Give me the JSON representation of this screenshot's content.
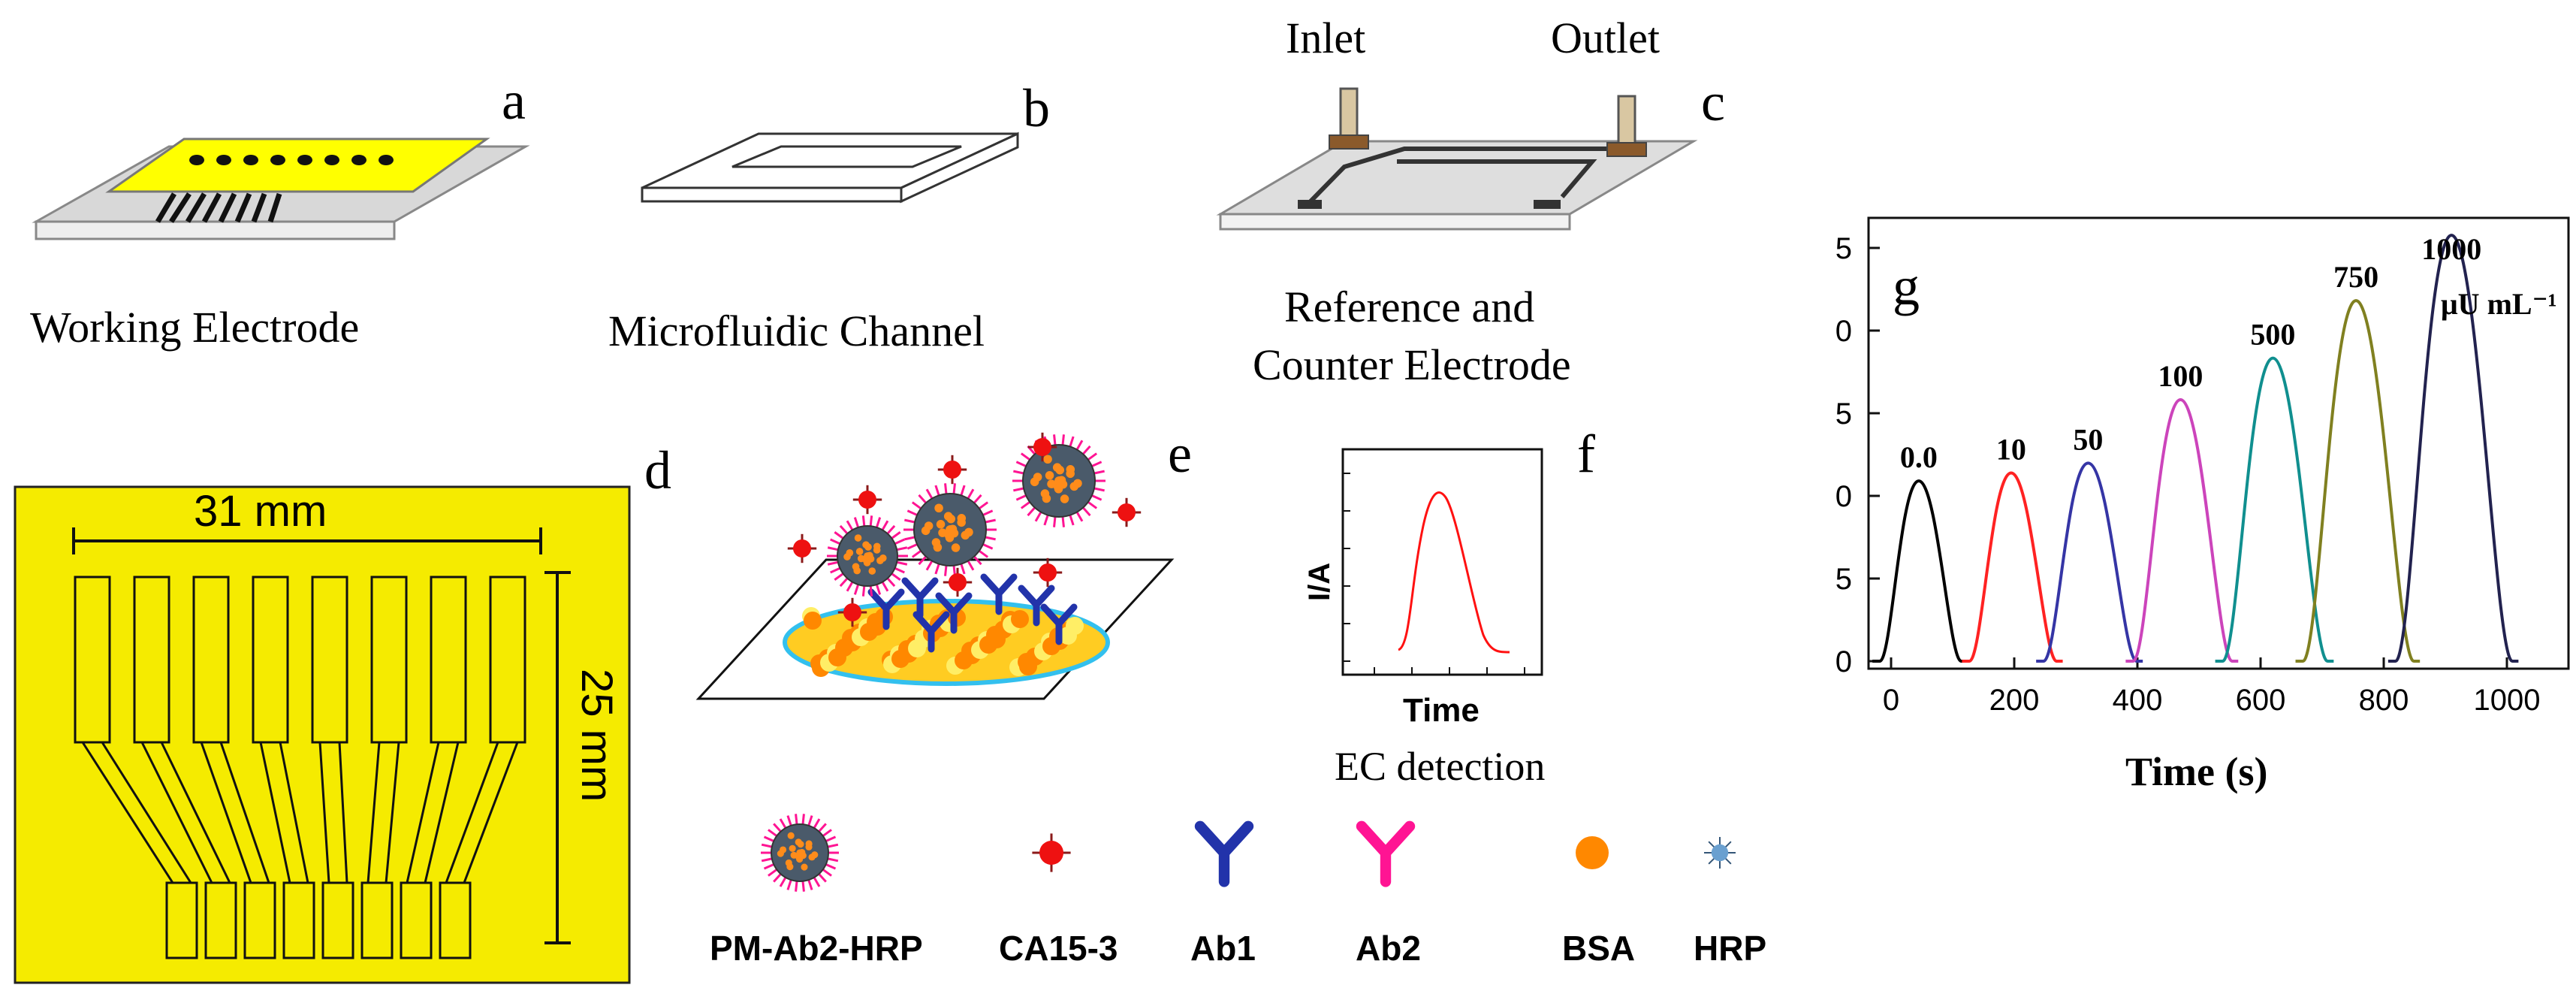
{
  "panels": {
    "a": {
      "letter": "a",
      "caption": "Working Electrode"
    },
    "b": {
      "letter": "b",
      "caption": "Microfluidic Channel"
    },
    "c": {
      "letter": "c",
      "inlet": "Inlet",
      "outlet": "Outlet",
      "caption_line1": "Reference and",
      "caption_line2": "Counter Electrode"
    },
    "d": {
      "letter": "d",
      "width_label": "31 mm",
      "height_label": "25 mm"
    },
    "e": {
      "letter": "e"
    },
    "f": {
      "letter": "f",
      "ylabel": "I/A",
      "xlabel": "Time",
      "caption": "EC detection"
    },
    "g": {
      "letter": "g"
    }
  },
  "legend": [
    {
      "label": "PM-Ab2-HRP",
      "icon": "nanoparticle-icon"
    },
    {
      "label": "CA15-3",
      "icon": "antigen-icon"
    },
    {
      "label": "Ab1",
      "icon": "antibody-blue-icon"
    },
    {
      "label": "Ab2",
      "icon": "antibody-pink-icon"
    },
    {
      "label": "BSA",
      "icon": "bsa-dot-icon"
    },
    {
      "label": "HRP",
      "icon": "hrp-icon"
    }
  ],
  "colors": {
    "electrode_yellow": "#ffff00",
    "panel_d_yellow": "#f5eb00",
    "np_pink": "#ff1493",
    "antigen_red": "#ee1111",
    "ab1_blue": "#2233aa",
    "ab2_pink": "#ff1493",
    "bsa_orange": "#ff8800"
  },
  "chart_data": {
    "type": "line",
    "xlabel": "Time (s)",
    "ylabel": "",
    "xlim": [
      0,
      1000
    ],
    "x_ticks": [
      "0",
      "200",
      "400",
      "600",
      "800",
      "1000"
    ],
    "y_tick_labels": [
      "0",
      "5",
      "0",
      "5",
      "0",
      "5"
    ],
    "unit_label": "μU mL⁻¹",
    "series": [
      {
        "name": "0.0",
        "color": "#000000",
        "peak_x": 45,
        "peak_y": 0.91
      },
      {
        "name": "10",
        "color": "#ff2222",
        "peak_x": 195,
        "peak_y": 0.95
      },
      {
        "name": "50",
        "color": "#3535a5",
        "peak_x": 320,
        "peak_y": 1.0
      },
      {
        "name": "100",
        "color": "#cc44bb",
        "peak_x": 470,
        "peak_y": 1.32
      },
      {
        "name": "500",
        "color": "#108f8f",
        "peak_x": 620,
        "peak_y": 1.53
      },
      {
        "name": "750",
        "color": "#808020",
        "peak_x": 755,
        "peak_y": 1.82
      },
      {
        "name": "1000",
        "color": "#22224f",
        "peak_x": 910,
        "peak_y": 2.15
      }
    ]
  }
}
